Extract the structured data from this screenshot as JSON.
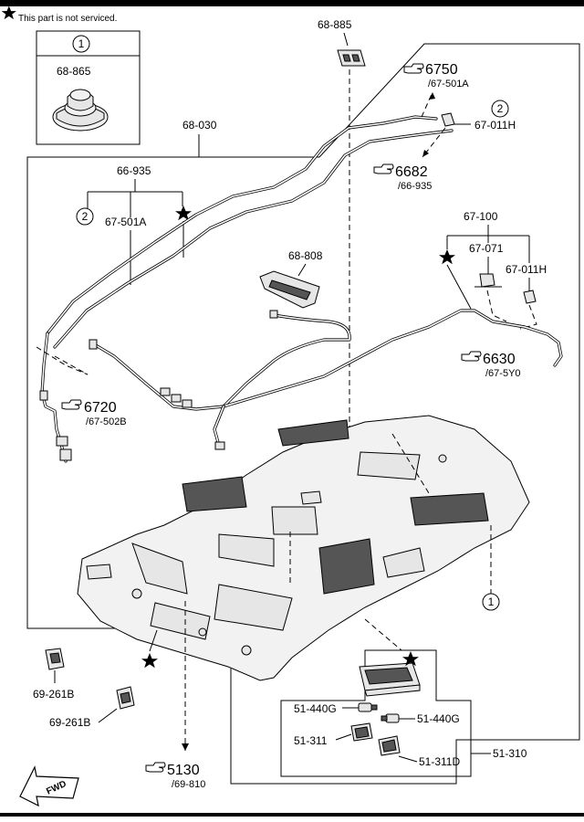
{
  "header": {
    "star_note": "This part is not serviced."
  },
  "inset": {
    "circle_num": "1",
    "part": "68-865"
  },
  "labels": {
    "p68_885": "68-885",
    "p68_030": "68-030",
    "p66_935": "66-935",
    "p67_501A": "67-501A",
    "p68_808": "68-808",
    "p67_100": "67-100",
    "p67_071": "67-071",
    "p67_011H_top": "67-011H",
    "p67_011H_right": "67-011H",
    "p69_261B_a": "69-261B",
    "p69_261B_b": "69-261B",
    "p51_440G_left": "51-440G",
    "p51_440G_right": "51-440G",
    "p51_311": "51-311",
    "p51_311D": "51-311D",
    "p51_310": "51-310"
  },
  "circles": {
    "c1": "1",
    "c2_right": "2",
    "c2_left": "2"
  },
  "refs": [
    {
      "num": "6750",
      "sub": "/67-501A"
    },
    {
      "num": "6682",
      "sub": "/66-935"
    },
    {
      "num": "6630",
      "sub": "/67-5Y0"
    },
    {
      "num": "6720",
      "sub": "/67-502B"
    },
    {
      "num": "5130",
      "sub": "/69-810"
    }
  ],
  "fwd": "FWD",
  "icons": [
    "star-icon",
    "pointing-hand-icon",
    "fwd-arrow-icon"
  ]
}
